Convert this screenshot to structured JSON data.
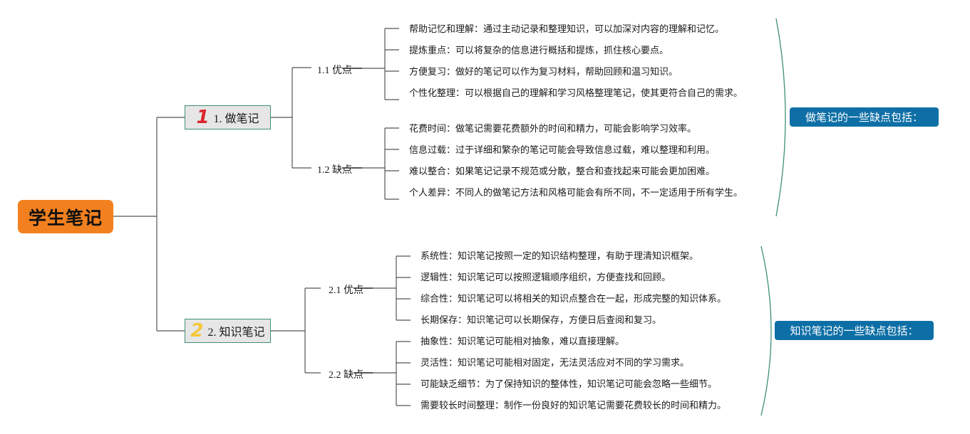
{
  "root": {
    "label": "学生笔记"
  },
  "branches": [
    {
      "number": "1",
      "label": "1. 做笔记",
      "number_color": "#d9262c",
      "summary": "做笔记的一些缺点包括：",
      "subs": [
        {
          "label": "1.1 优点",
          "leaves": [
            "帮助记忆和理解：通过主动记录和整理知识，可以加深对内容的理解和记忆。",
            "提炼重点：可以将复杂的信息进行概括和提炼，抓住核心要点。",
            "方便复习：做好的笔记可以作为复习材料，帮助回顾和温习知识。",
            "个性化整理：可以根据自己的理解和学习风格整理笔记，使其更符合自己的需求。"
          ]
        },
        {
          "label": "1.2 缺点",
          "leaves": [
            "花费时间：做笔记需要花费额外的时间和精力，可能会影响学习效率。",
            "信息过载：过于详细和繁杂的笔记可能会导致信息过载，难以整理和利用。",
            "难以整合：如果笔记记录不规范或分散，整合和查找起来可能会更加困难。",
            "个人差异：不同人的做笔记方法和风格可能会有所不同，不一定适用于所有学生。"
          ]
        }
      ]
    },
    {
      "number": "2",
      "label": "2. 知识笔记",
      "number_color": "#f5c73a",
      "summary": "知识笔记的一些缺点包括：",
      "subs": [
        {
          "label": "2.1 优点",
          "leaves": [
            "系统性：知识笔记按照一定的知识结构整理，有助于理清知识框架。",
            "逻辑性：知识笔记可以按照逻辑顺序组织，方便查找和回顾。",
            "综合性：知识笔记可以将相关的知识点整合在一起，形成完整的知识体系。",
            "长期保存：知识笔记可以长期保存，方便日后查阅和复习。"
          ]
        },
        {
          "label": "2.2 缺点",
          "leaves": [
            "抽象性：知识笔记可能相对抽象，难以直接理解。",
            "灵活性：知识笔记可能相对固定，无法灵活应对不同的学习需求。",
            "可能缺乏细节：为了保持知识的整体性，知识笔记可能会忽略一些细节。",
            "需要较长时间整理：制作一份良好的知识笔记需要花费较长的时间和精力。"
          ]
        }
      ]
    }
  ]
}
